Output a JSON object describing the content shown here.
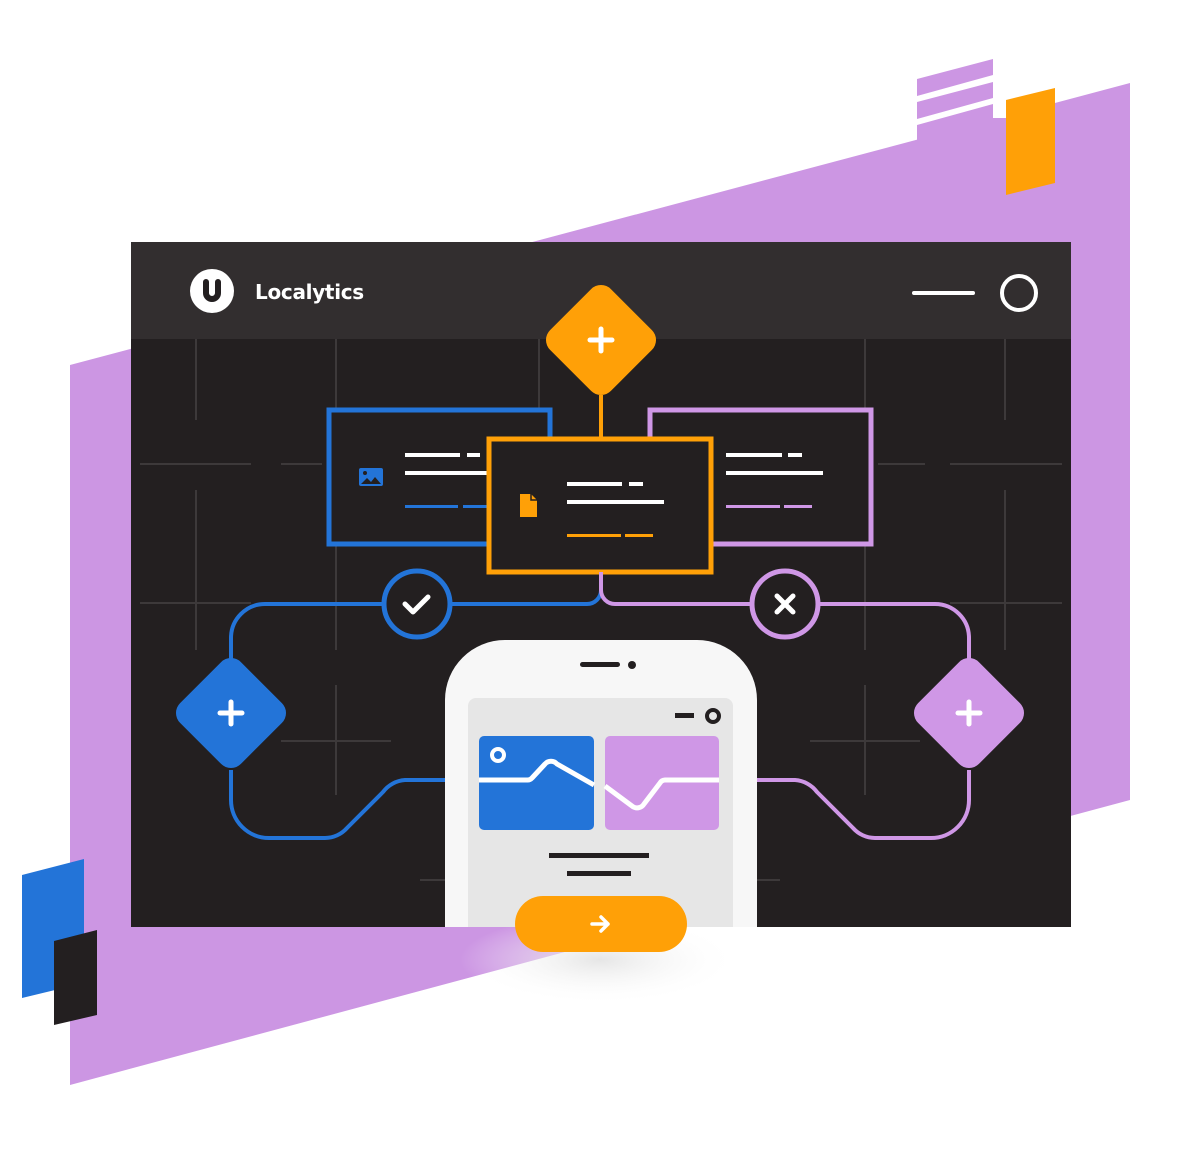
{
  "app": {
    "brand_name": "Localytics",
    "logo_glyph": "U"
  },
  "window_controls": {
    "minimize_icon": "minimize-icon",
    "maximize_icon": "circle-icon"
  },
  "colors": {
    "background": "#ffffff",
    "purple_shape": "#cc96e3",
    "window_bg": "#231f20",
    "titlebar_bg": "#322e2f",
    "grid_line": "#3d393a",
    "blue": "#2374d8",
    "orange": "#ffa007",
    "purple": "#cf97e6",
    "white": "#ffffff",
    "phone_body": "#f7f7f7",
    "phone_screen": "#e6e6e6",
    "dark_ink": "#231f20"
  },
  "flow": {
    "top_node": {
      "icon": "plus-icon",
      "color": "orange"
    },
    "cards": [
      {
        "id": "image-card",
        "color": "blue",
        "icon": "image-icon"
      },
      {
        "id": "document-card",
        "color": "orange",
        "icon": "document-icon"
      },
      {
        "id": "message-card",
        "color": "purple",
        "icon": "none"
      }
    ],
    "branches": [
      {
        "id": "yes-branch",
        "color": "blue",
        "icon": "check-icon",
        "node_icon": "plus-icon"
      },
      {
        "id": "no-branch",
        "color": "purple",
        "icon": "x-icon",
        "node_icon": "plus-icon"
      }
    ]
  },
  "phone": {
    "speaker_icon": "speaker-icon",
    "screen_controls": [
      "minimize-icon",
      "record-icon"
    ],
    "tiles": [
      {
        "color": "blue",
        "chart": "peak-line"
      },
      {
        "color": "purple",
        "chart": "valley-line"
      }
    ],
    "cta_button": {
      "icon": "arrow-right-icon",
      "label": "→"
    }
  }
}
